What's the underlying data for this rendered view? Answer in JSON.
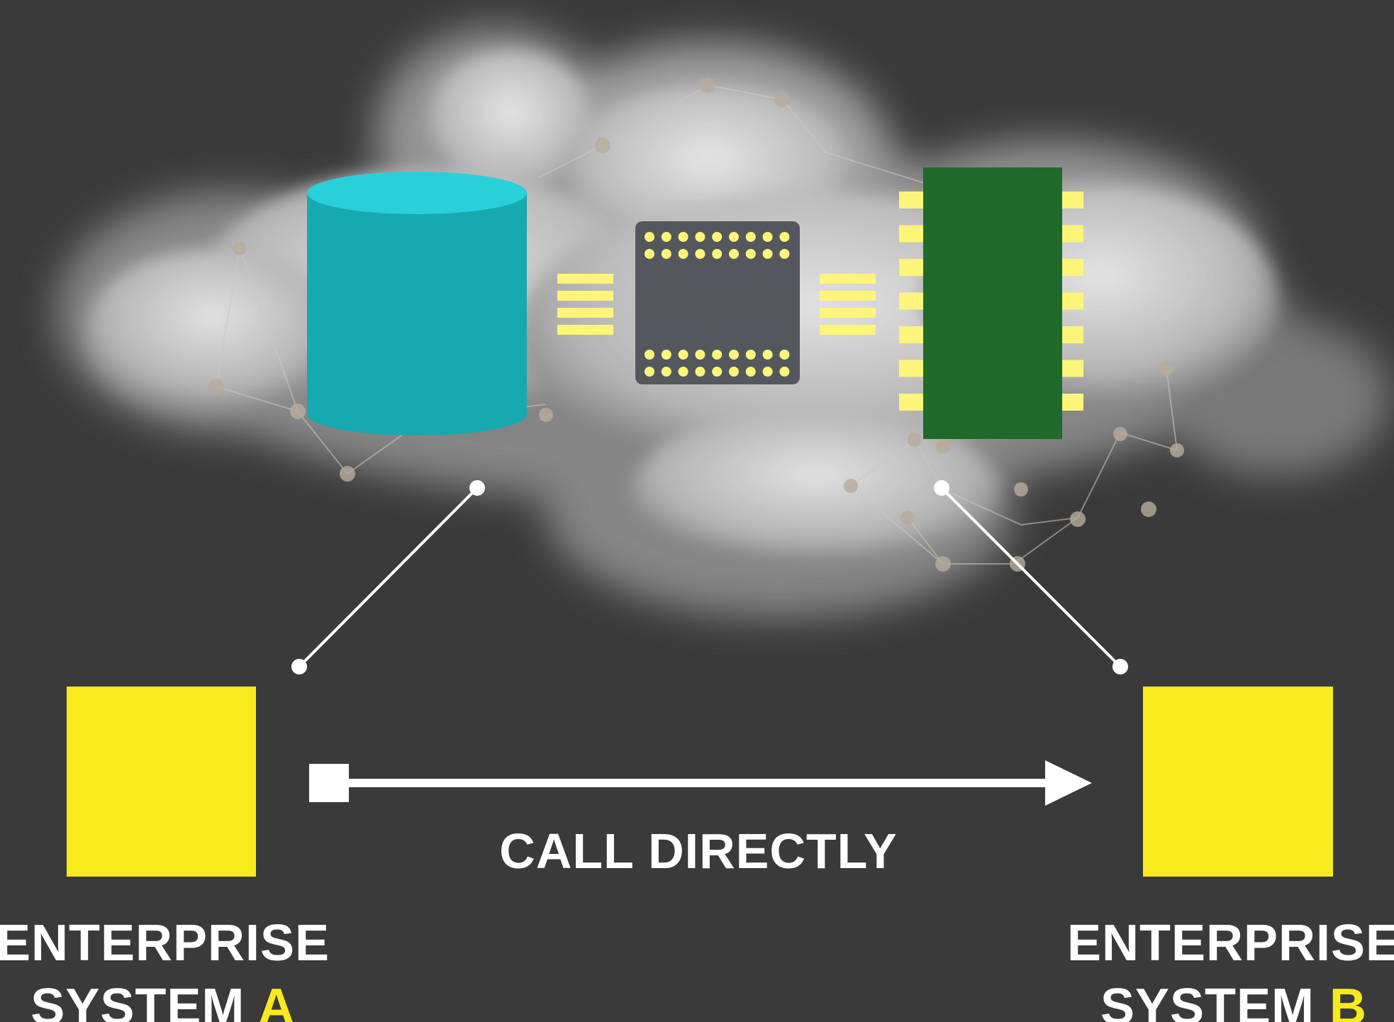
{
  "diagram": {
    "call_label": "CALL DIRECTLY",
    "system_a": {
      "line1": "ENTERPRISE",
      "line2_prefix": "SYSTEM ",
      "letter": "A"
    },
    "system_b": {
      "line1": "ENTERPRISE",
      "line2_prefix": "SYSTEM ",
      "letter": "B"
    },
    "nodes": [
      {
        "name": "database",
        "icon": "database-cylinder-icon",
        "color": "#1ab6be"
      },
      {
        "name": "processor",
        "icon": "cpu-chip-icon",
        "color": "#55575e"
      },
      {
        "name": "memory-board",
        "icon": "circuit-board-icon",
        "color": "#1f6a2a"
      }
    ]
  },
  "colors": {
    "background": "#3a3a3a",
    "system_box": "#f9ea1d",
    "connector": "#fdf57a",
    "text": "#ffffff",
    "cloud": "#d9d9d9"
  }
}
